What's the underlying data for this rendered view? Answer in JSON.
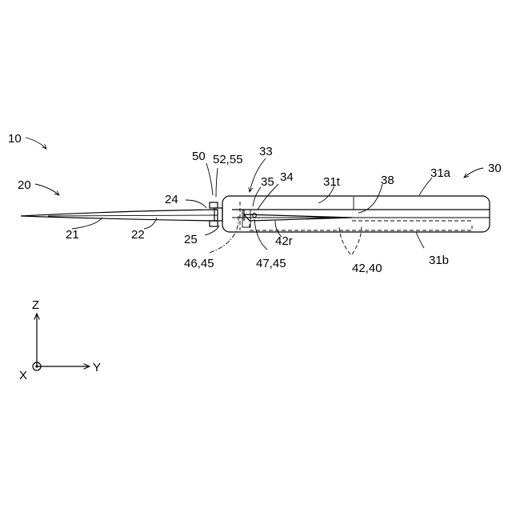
{
  "labels": {
    "l10": "10",
    "l20": "20",
    "l21": "21",
    "l22": "22",
    "l24": "24",
    "l25": "25",
    "l50": "50",
    "l52_55": "52,55",
    "l33": "33",
    "l35": "35",
    "l34": "34",
    "l31t": "31t",
    "l38": "38",
    "l31a": "31a",
    "l30": "30",
    "l42r": "42r",
    "l46_45": "46,45",
    "l47_45": "47,45",
    "l42_40": "42,40",
    "l31b": "31b"
  },
  "axes": {
    "z": "Z",
    "y": "Y",
    "x": "X"
  }
}
